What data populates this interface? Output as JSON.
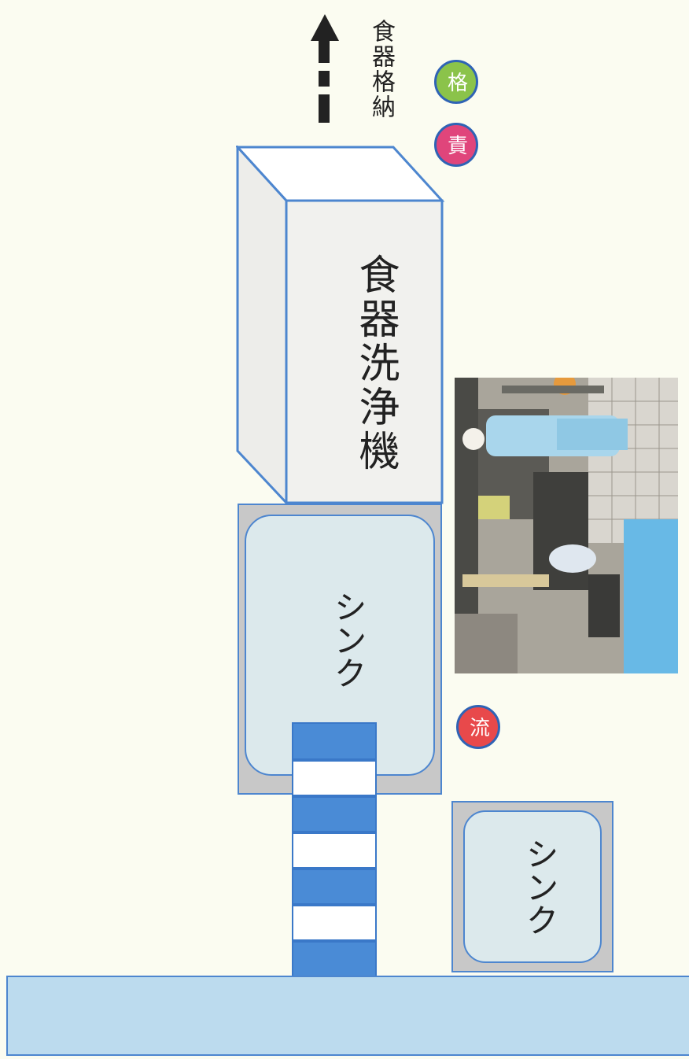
{
  "labels": {
    "storage": "食器格納",
    "washer": "食器洗浄機",
    "sink_main": "シンク",
    "sink_small": "シンク"
  },
  "badges": {
    "kaku": {
      "text": "格",
      "color": "#8bc34a"
    },
    "seki": {
      "text": "責",
      "color": "#e0457b"
    },
    "ryu": {
      "text": "流",
      "color": "#e8494b"
    }
  },
  "colors": {
    "background": "#fbfcf1",
    "outline": "#4d86cf",
    "sink_fill": "#dce9ec",
    "sink_frame": "#c8c8c8",
    "stripe_blue": "#4a8bd6",
    "conveyor": "#bcdbee"
  }
}
